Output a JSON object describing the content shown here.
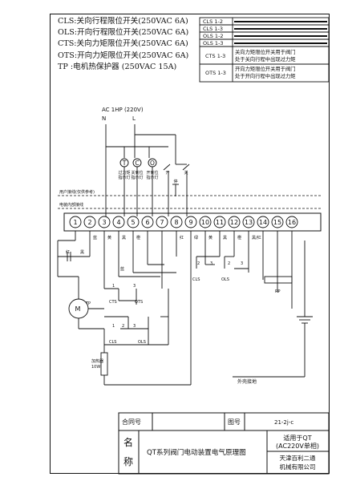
{
  "legend": [
    "CLS:关向行程限位开关(250VAC 6A)",
    "OLS:开向行程限位开关(250VAC 6A)",
    "CTS:关向力矩限位开关(250VAC 6A)",
    "OTS:开向力矩限位开关(250VAC 6A)",
    "TP :电机热保护器 (250VAC 15A)"
  ],
  "top_table": [
    {
      "code": "CLS 1-2",
      "desc": ""
    },
    {
      "code": "CLS 1-3",
      "desc": ""
    },
    {
      "code": "OLS 1-2",
      "desc": ""
    },
    {
      "code": "OLS 1-3",
      "desc": ""
    },
    {
      "code": "CTS 1-3",
      "desc": "关向力矩限位开关用于阀门",
      "desc2": "处于关向行程中出现过力矩"
    },
    {
      "code": "OTS 1-3",
      "desc": "开向力矩限位开关用于阀门",
      "desc2": "处于开向行程中出现过力矩"
    }
  ],
  "supply": {
    "label": "AC 1HP (220V)",
    "n": "N",
    "l": "L"
  },
  "indicators": [
    {
      "letter": "T",
      "label1": "过力矩",
      "label2": "指示灯"
    },
    {
      "letter": "C",
      "label1": "关到位",
      "label2": "指示灯"
    },
    {
      "letter": "O",
      "label1": "开到位",
      "label2": "指示灯"
    }
  ],
  "switch_labels": {
    "open": "开",
    "close": "关",
    "stop": "停"
  },
  "user_wiring": "用户接线(仅供参考)",
  "internal_wiring": "电装内部接线",
  "terminals": [
    "1",
    "2",
    "3",
    "4",
    "5",
    "6",
    "7",
    "8",
    "9",
    "10",
    "11",
    "12",
    "13",
    "14",
    "15",
    "16"
  ],
  "wire_colors": {
    "t3": "蓝",
    "t4": "黄",
    "t5": "黑",
    "t6": "橙",
    "t8": "红",
    "t9": "绿",
    "t10": "黄",
    "t11": "黑",
    "t12": "橙",
    "t13": "黑/红",
    "red1": "红",
    "blue1": "蓝",
    "black1": "黑"
  },
  "components": {
    "motor": "M",
    "tp": "TP",
    "cts": "CTS",
    "ots": "OTS",
    "cls": "CLS",
    "ols": "OLS",
    "rp": "RP",
    "heater1": "加热器",
    "heater2": "10W",
    "ground": "外壳接地"
  },
  "contact_numbers": {
    "one": "1",
    "two": "2",
    "three": "3"
  },
  "title_block": {
    "contract_label": "合同号",
    "drawing_label": "图号",
    "drawing_no": "21-2j-c",
    "name_label_1": "名",
    "name_label_2": "称",
    "title": "QT系列阀门电动装置电气原理图",
    "applies_1": "适用于QT",
    "applies_2": "(AC220V单相)",
    "company_1": "天津百利二通",
    "company_2": "机械有限公司"
  }
}
